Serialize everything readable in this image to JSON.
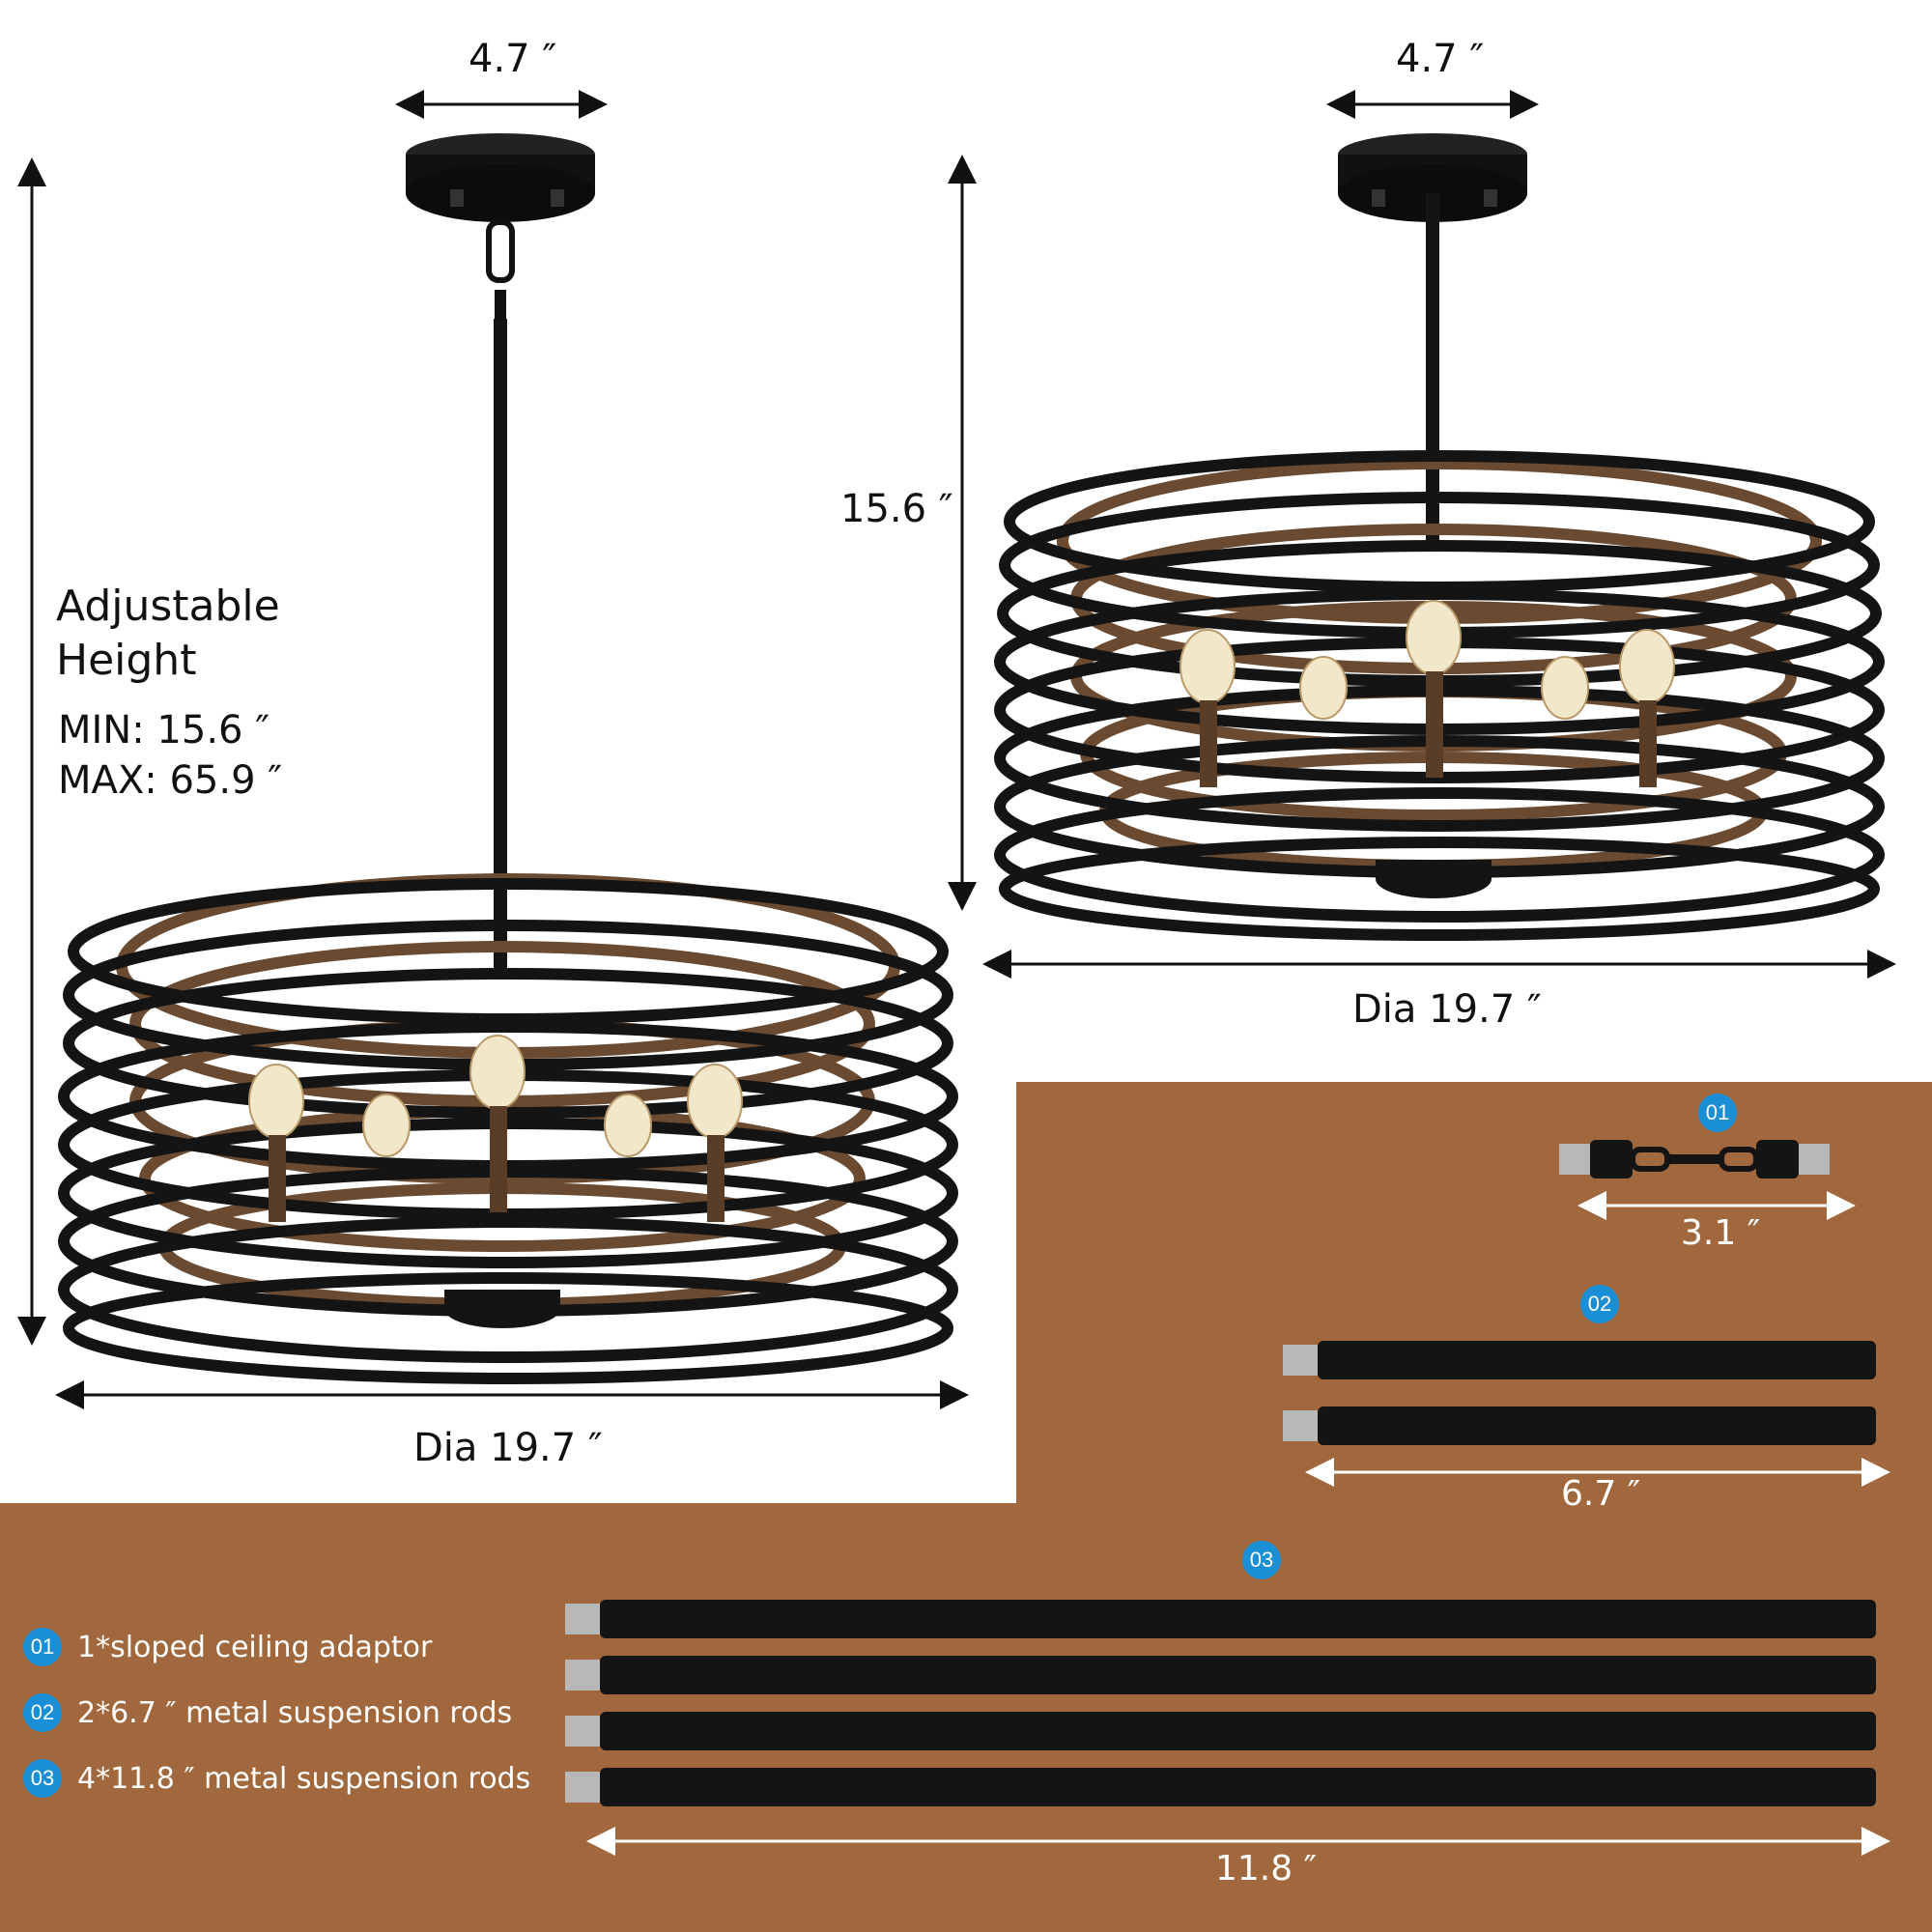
{
  "colors": {
    "accessory_panel": "#a0683c",
    "badge_blue": "#1a8fd6",
    "metal_black": "#141414",
    "wood_brown": "#6a4a30",
    "thread_silver": "#b8b8b8"
  },
  "left_fixture": {
    "canopy_width": "4.7 ″",
    "adjustable_title": "Adjustable",
    "adjustable_title_2": "Height",
    "min_label": "MIN: 15.6 ″",
    "max_label": "MAX: 65.9 ″",
    "diameter": "Dia 19.7 ″"
  },
  "right_fixture": {
    "canopy_width": "4.7 ″",
    "height": "15.6 ″",
    "diameter": "Dia 19.7 ″"
  },
  "accessories": {
    "adaptor": {
      "badge": "01",
      "length": "3.1 ″"
    },
    "short_rods": {
      "badge": "02",
      "length": "6.7 ″"
    },
    "long_rods": {
      "badge": "03",
      "length": "11.8 ″"
    }
  },
  "parts_list": [
    {
      "badge": "01",
      "text": "1*sloped ceiling adaptor"
    },
    {
      "badge": "02",
      "text": "2*6.7 ″  metal suspension rods"
    },
    {
      "badge": "03",
      "text": "4*11.8 ″  metal suspension rods"
    }
  ],
  "icons": [
    "arrow-double-icon",
    "ceiling-canopy-icon",
    "threaded-rod-icon",
    "sloped-adaptor-icon"
  ]
}
